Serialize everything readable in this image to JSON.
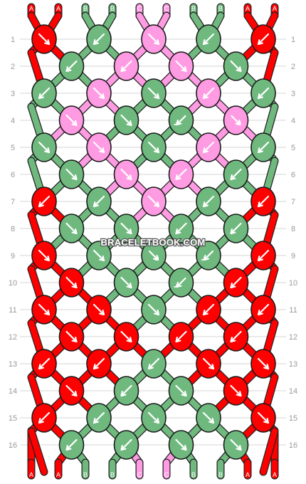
{
  "colors": {
    "A": "#ff0000",
    "B": "#6fb97f",
    "C": "#ff9be3"
  },
  "watermark": "BRACELETBOOK.COM",
  "strands_top": [
    "A",
    "A",
    "B",
    "B",
    "C",
    "C",
    "B",
    "B",
    "A",
    "A"
  ],
  "strands_bottom": [
    "A",
    "A",
    "B",
    "B",
    "C",
    "C",
    "B",
    "B",
    "A",
    "A"
  ],
  "rows": [
    {
      "label": "1",
      "knots": [
        [
          "A",
          "fr"
        ],
        [
          "B",
          "fl"
        ],
        [
          "C",
          "fr"
        ],
        [
          "B",
          "fl"
        ],
        [
          "A",
          "fl"
        ]
      ]
    },
    {
      "label": "2",
      "knots": [
        [
          "B",
          "fl"
        ],
        [
          "C",
          "fl"
        ],
        [
          "C",
          "fr"
        ],
        [
          "B",
          "fr"
        ]
      ]
    },
    {
      "label": "3",
      "knots": [
        [
          "B",
          "fl"
        ],
        [
          "C",
          "fr"
        ],
        [
          "B",
          "fr"
        ],
        [
          "C",
          "fl"
        ],
        [
          "B",
          "fl"
        ]
      ]
    },
    {
      "label": "4",
      "knots": [
        [
          "C",
          "fr"
        ],
        [
          "B",
          "fr"
        ],
        [
          "B",
          "bl"
        ],
        [
          "C",
          "br"
        ]
      ]
    },
    {
      "label": "5",
      "knots": [
        [
          "B",
          "fr"
        ],
        [
          "C",
          "fr"
        ],
        [
          "B",
          "fr"
        ],
        [
          "C",
          "fl"
        ],
        [
          "B",
          "fl"
        ]
      ]
    },
    {
      "label": "6",
      "knots": [
        [
          "B",
          "fr"
        ],
        [
          "C",
          "fr"
        ],
        [
          "C",
          "fl"
        ],
        [
          "B",
          "fl"
        ]
      ]
    },
    {
      "label": "7",
      "knots": [
        [
          "A",
          "fl"
        ],
        [
          "B",
          "fl"
        ],
        [
          "C",
          "fr"
        ],
        [
          "B",
          "fl"
        ],
        [
          "A",
          "fl"
        ]
      ]
    },
    {
      "label": "8",
      "knots": [
        [
          "B",
          "fr"
        ],
        [
          "B",
          "fr"
        ],
        [
          "B",
          "fl"
        ],
        [
          "B",
          "fl"
        ]
      ]
    },
    {
      "label": "9",
      "knots": [
        [
          "A",
          "fr"
        ],
        [
          "B",
          "fr"
        ],
        [
          "B",
          "br"
        ],
        [
          "B",
          "bl"
        ],
        [
          "A",
          "fl"
        ]
      ]
    },
    {
      "label": "10",
      "knots": [
        [
          "A",
          "fr"
        ],
        [
          "B",
          "fr"
        ],
        [
          "B",
          "bl"
        ],
        [
          "A",
          "fl"
        ]
      ]
    },
    {
      "label": "11",
      "knots": [
        [
          "A",
          "fr"
        ],
        [
          "A",
          "fr"
        ],
        [
          "B",
          "fr"
        ],
        [
          "A",
          "fl"
        ],
        [
          "A",
          "fl"
        ]
      ]
    },
    {
      "label": "12",
      "knots": [
        [
          "A",
          "fr"
        ],
        [
          "A",
          "fr"
        ],
        [
          "A",
          "fl"
        ],
        [
          "A",
          "fl"
        ]
      ]
    },
    {
      "label": "13",
      "knots": [
        [
          "A",
          "fl"
        ],
        [
          "A",
          "fl"
        ],
        [
          "B",
          "fl"
        ],
        [
          "A",
          "fr"
        ],
        [
          "A",
          "fr"
        ]
      ]
    },
    {
      "label": "14",
      "knots": [
        [
          "A",
          "fr"
        ],
        [
          "B",
          "fl"
        ],
        [
          "B",
          "fr"
        ],
        [
          "A",
          "fr"
        ]
      ]
    },
    {
      "label": "15",
      "knots": [
        [
          "A",
          "fl"
        ],
        [
          "B",
          "fl"
        ],
        [
          "B",
          "fr"
        ],
        [
          "B",
          "fr"
        ],
        [
          "A",
          "fr"
        ]
      ]
    },
    {
      "label": "16",
      "knots": [
        [
          "B",
          "fl"
        ],
        [
          "B",
          "fl"
        ],
        [
          "B",
          "fr"
        ],
        [
          "B",
          "fr"
        ]
      ]
    }
  ]
}
